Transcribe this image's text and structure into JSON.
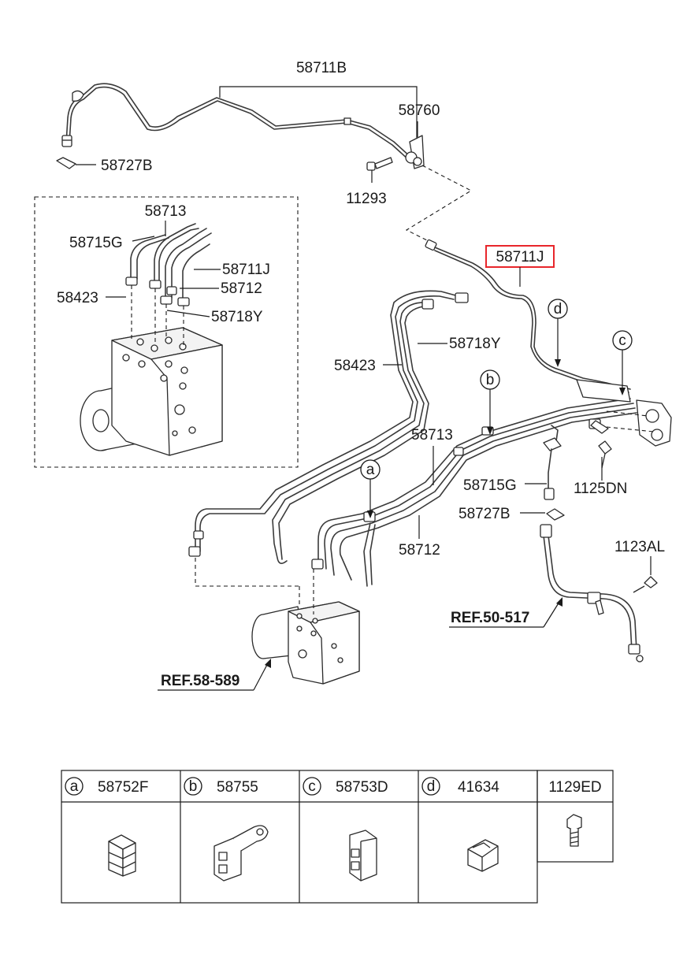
{
  "parts": {
    "p58711B": "58711B",
    "p58760": "58760",
    "p58727B_top": "58727B",
    "p11293": "11293",
    "p58711J_hl": "58711J",
    "p58713_inset": "58713",
    "p58715G_inset": "58715G",
    "p58711J_inset": "58711J",
    "p58712_inset": "58712",
    "p58423_inset": "58423",
    "p58718Y_inset": "58718Y",
    "p58718Y": "58718Y",
    "p58423": "58423",
    "p58713": "58713",
    "p58715G": "58715G",
    "p1125DN": "1125DN",
    "p58727B": "58727B",
    "p58712": "58712",
    "p1123AL": "1123AL"
  },
  "refs": {
    "ref_50_517": "REF.50-517",
    "ref_58_589": "REF.58-589"
  },
  "callouts": {
    "a": "a",
    "b": "b",
    "c": "c",
    "d": "d"
  },
  "table": {
    "cells": [
      {
        "letter": "a",
        "code": "58752F"
      },
      {
        "letter": "b",
        "code": "58755"
      },
      {
        "letter": "c",
        "code": "58753D"
      },
      {
        "letter": "d",
        "code": "41634"
      },
      {
        "letter": "",
        "code": "1129ED"
      }
    ]
  },
  "colors": {
    "line": "#1a1a1a",
    "highlight": "#e8262b",
    "background": "#ffffff"
  }
}
